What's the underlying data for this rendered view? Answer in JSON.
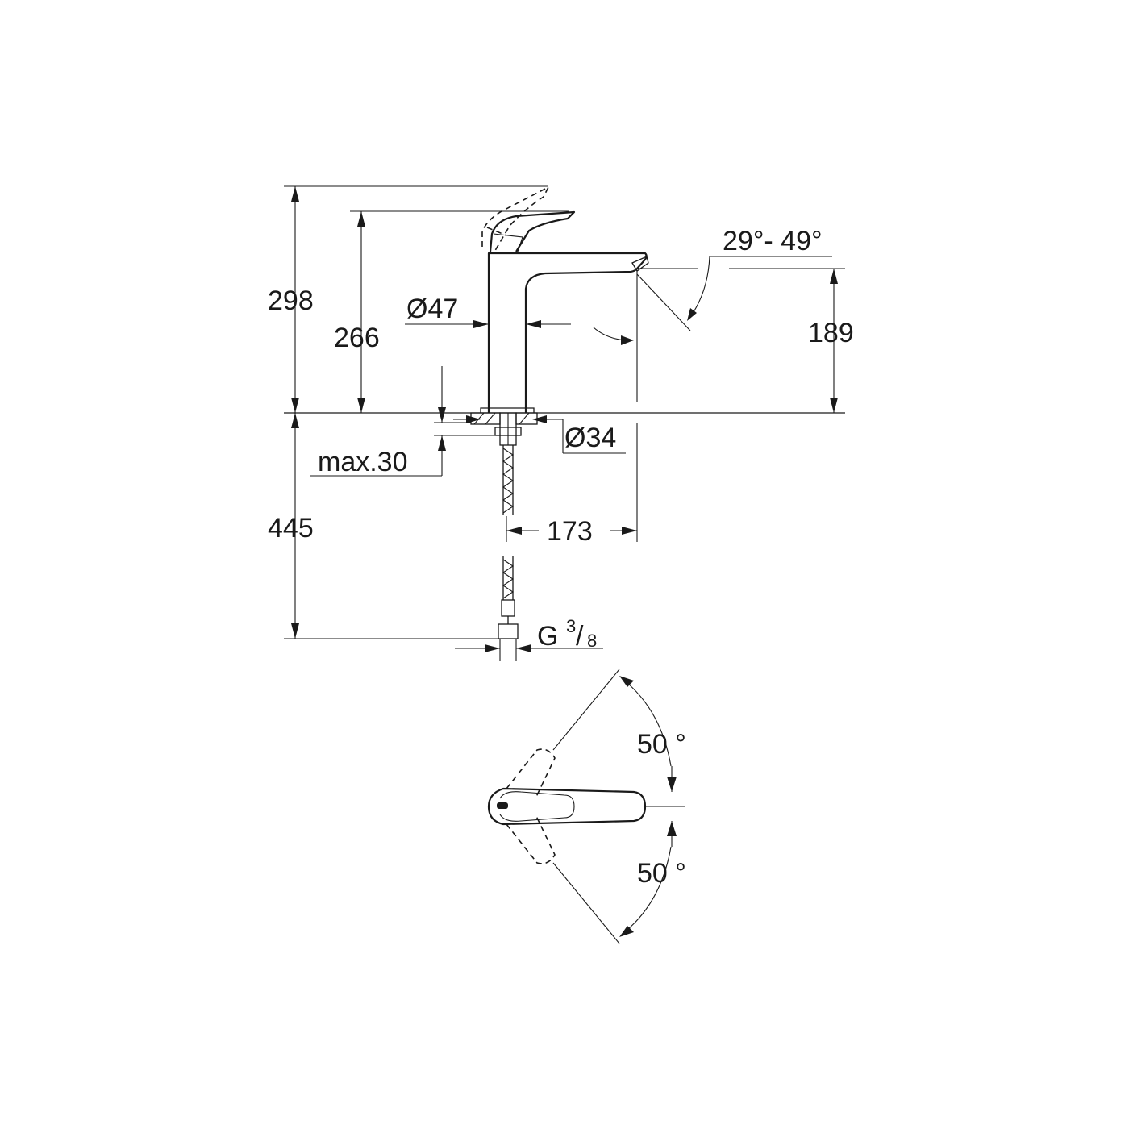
{
  "side_view": {
    "height_total": "298",
    "height_handle": "266",
    "diameter_body": "Ø47",
    "spout_height": "189",
    "spout_angle": "29°- 49°",
    "base_diameter": "Ø34",
    "mount_thickness": "max.30",
    "hose_length": "445",
    "projection": "173",
    "connection_main": "G",
    "connection_num": "3",
    "connection_slash": "/",
    "connection_den": "8"
  },
  "top_view": {
    "rotation_upper": "50 °",
    "rotation_lower": "50 °"
  },
  "colors": {
    "line": "#1a1a1a",
    "background": "#ffffff"
  }
}
